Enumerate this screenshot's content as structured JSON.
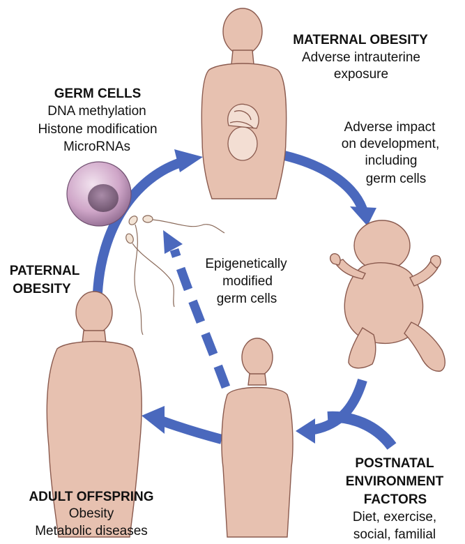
{
  "colors": {
    "arrow": "#4a68bd",
    "skin": "#e7c1b0",
    "outline": "#8a5a4e",
    "cell": "#d7b3cf",
    "nucleus": "#8e6b8e"
  },
  "maternal": {
    "title": "MATERNAL OBESITY",
    "lines": [
      "Adverse intrauterine",
      "exposure"
    ]
  },
  "development": {
    "lines": [
      "Adverse impact",
      "on development,",
      "including",
      "germ cells"
    ]
  },
  "germ_cells": {
    "title": "GERM CELLS",
    "lines": [
      "DNA methylation",
      "Histone modification",
      "MicroRNAs"
    ]
  },
  "paternal": {
    "lines": [
      "PATERNAL",
      "OBESITY"
    ]
  },
  "epigenetic": {
    "lines": [
      "Epigenetically",
      "modified",
      "germ cells"
    ]
  },
  "adult": {
    "title": "ADULT OFFSPRING",
    "lines": [
      "Obesity",
      "Metabolic diseases"
    ]
  },
  "postnatal": {
    "title_lines": [
      "POSTNATAL",
      "ENVIRONMENT",
      "FACTORS"
    ],
    "lines": [
      "Diet, exercise,",
      "social, familial"
    ]
  },
  "icons": [
    "mother-figure",
    "fetus",
    "infant-figure",
    "child-figure",
    "father-figure",
    "germ-cell-icon",
    "sperm-icon",
    "cycle-arrow"
  ]
}
